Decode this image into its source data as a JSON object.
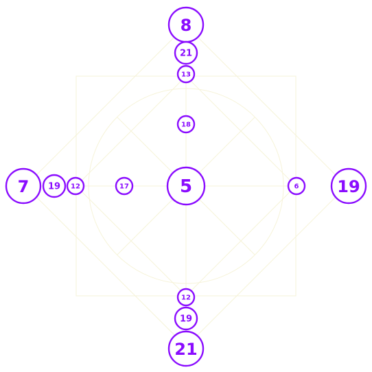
{
  "colors": {
    "accent": "#8a0cff",
    "guide": "#f6f3d8",
    "background": "#ffffff"
  },
  "center": {
    "value": "5"
  },
  "arms": {
    "top": [
      "8",
      "21",
      "13"
    ],
    "bottom": [
      "21",
      "19",
      "12"
    ],
    "left": [
      "7",
      "19",
      "12"
    ],
    "right": [
      "19"
    ]
  },
  "inner": {
    "top": "18",
    "left": "17",
    "right": "6"
  }
}
